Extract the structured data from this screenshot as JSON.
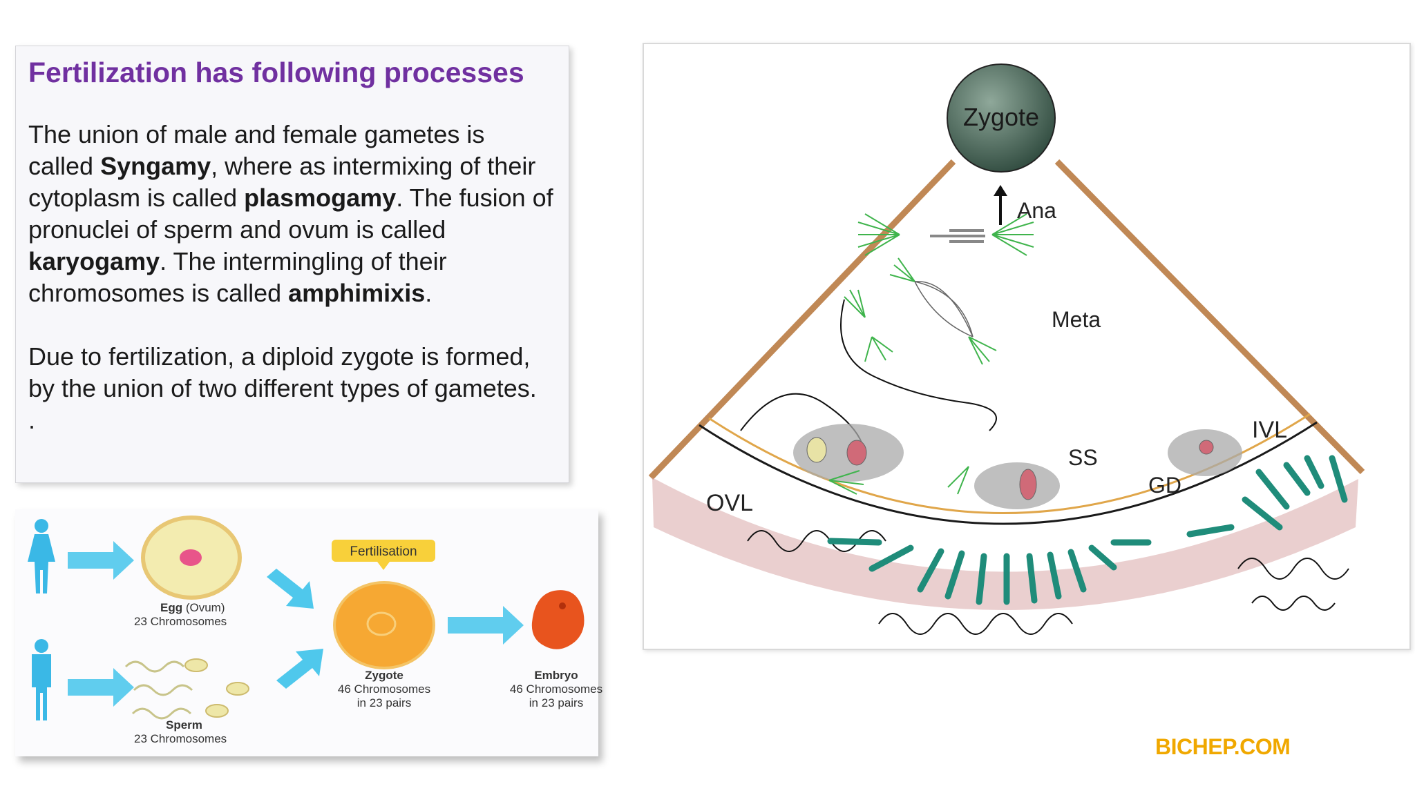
{
  "card": {
    "title": "Fertilization has following processes",
    "p1": [
      {
        "t": "The union of male and female gametes is called ",
        "b": false
      },
      {
        "t": "Syngamy",
        "b": true
      },
      {
        "t": ", where as intermixing of their cytoplasm is called ",
        "b": false
      },
      {
        "t": "plasmogamy",
        "b": true
      },
      {
        "t": ". The fusion of pronuclei of sperm and ovum is called ",
        "b": false
      },
      {
        "t": "karyogamy",
        "b": true
      },
      {
        "t": ". The intermingling of their chromosomes is called ",
        "b": false
      },
      {
        "t": "amphimixis",
        "b": true
      },
      {
        "t": ".",
        "b": false
      }
    ],
    "p2": "Due to fertilization, a diploid zygote is formed, by the union of two different types of gametes.",
    "p3": "."
  },
  "flow": {
    "fertilisation_label": "Fertilisation",
    "egg_title": "Egg",
    "egg_sub": "(Ovum)",
    "egg_chrom": "23 Chromosomes",
    "sperm_title": "Sperm",
    "sperm_chrom": "23 Chromosomes",
    "zygote_title": "Zygote",
    "zygote_l1": "46 Chromosomes",
    "zygote_l2": "in 23 pairs",
    "embryo_title": "Embryo",
    "embryo_l1": "46 Chromosomes",
    "embryo_l2": "in 23 pairs",
    "colors": {
      "arrow": "#4fc8ec",
      "person": "#3ab8e6",
      "banner": "#f8d03a",
      "egg": "#f3ecb0",
      "zygote": "#f6a833",
      "embryo": "#e8541e"
    }
  },
  "diagram": {
    "zygote": "Zygote",
    "ana": "Ana",
    "meta": "Meta",
    "ss": "SS",
    "gd": "GD",
    "ivl": "IVL",
    "ovl": "OVL",
    "colors": {
      "cone": "#c08855",
      "sphere": "#5f7d6e",
      "tissue": "#d9a8a8",
      "sperm": "#1f8c7a",
      "aster": "#3fb44c"
    }
  },
  "brand": "BICHEP.COM"
}
